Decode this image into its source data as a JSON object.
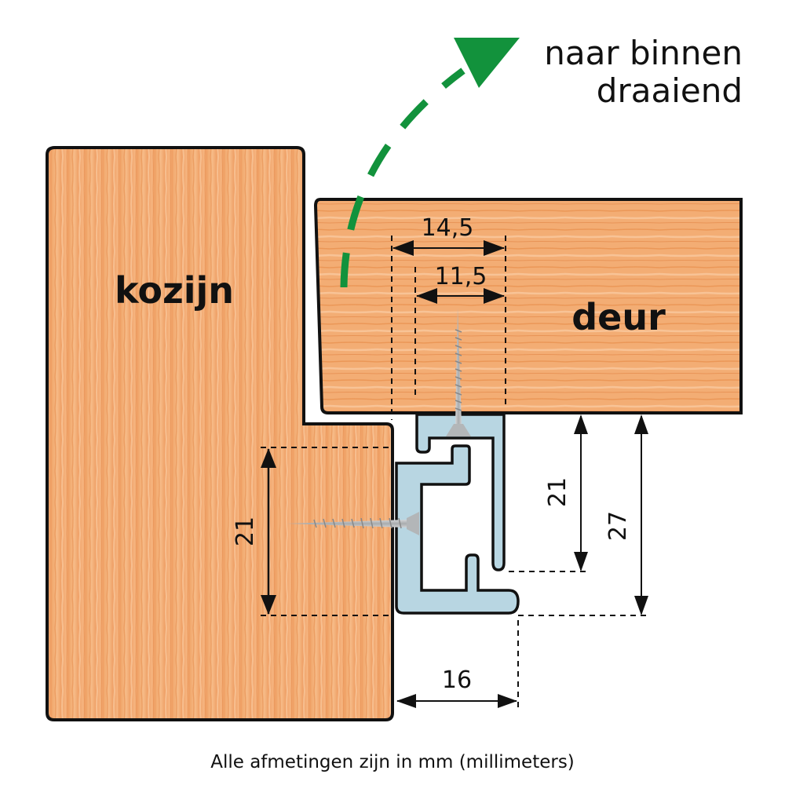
{
  "title": {
    "line1": "naar binnen",
    "line2": "draaiend"
  },
  "labels": {
    "frame": "kozijn",
    "door": "deur"
  },
  "dimensions": {
    "door_outer_width": "14,5",
    "door_inner_width": "11,5",
    "frame_screw_height": "21",
    "profile_inner_height": "21",
    "profile_total_height": "27",
    "profile_offset": "16"
  },
  "caption": "Alle afmetingen zijn in mm (millimeters)",
  "colors": {
    "arrow_green": "#12923c",
    "wood": "#f0a46a",
    "profile": "#b8d6e2",
    "outline": "#111111"
  },
  "icons": {
    "rotation_arrow": "dashed-curved-arrow",
    "screw": "wood-screw"
  }
}
